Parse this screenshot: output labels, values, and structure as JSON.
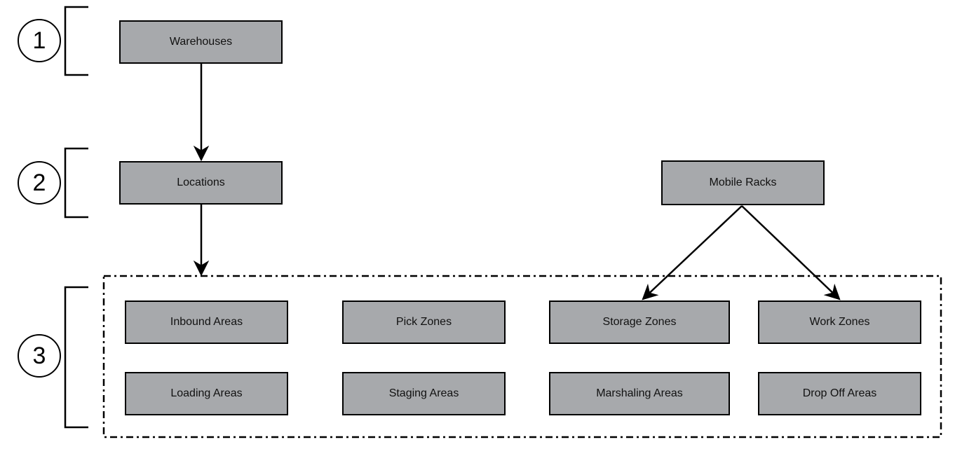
{
  "levels": [
    {
      "number": "1"
    },
    {
      "number": "2"
    },
    {
      "number": "3"
    }
  ],
  "nodes": {
    "warehouses": "Warehouses",
    "locations": "Locations",
    "mobile_racks": "Mobile Racks",
    "inbound_areas": "Inbound Areas",
    "pick_zones": "Pick Zones",
    "storage_zones": "Storage Zones",
    "work_zones": "Work Zones",
    "loading_areas": "Loading Areas",
    "staging_areas": "Staging Areas",
    "marshaling_areas": "Marshaling Areas",
    "drop_off_areas": "Drop Off Areas"
  },
  "colors": {
    "box_fill": "#a7a9ac",
    "stroke": "#000000"
  }
}
